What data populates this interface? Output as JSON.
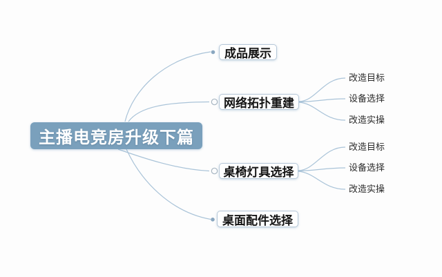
{
  "diagram": {
    "type": "mindmap",
    "root": {
      "label": "主播电竞房升级下篇"
    },
    "branches": [
      {
        "label": "成品展示",
        "has_children": false,
        "children": []
      },
      {
        "label": "网络拓扑重建",
        "has_children": true,
        "children": [
          {
            "label": "改造目标"
          },
          {
            "label": "设备选择"
          },
          {
            "label": "改造实操"
          }
        ]
      },
      {
        "label": "桌椅灯具选择",
        "has_children": true,
        "children": [
          {
            "label": "改造目标"
          },
          {
            "label": "设备选择"
          },
          {
            "label": "改造实操"
          }
        ]
      },
      {
        "label": "桌面配件选择",
        "has_children": false,
        "children": []
      }
    ],
    "colors": {
      "root_background": "#7aa0bc",
      "root_text": "#ffffff",
      "branch_background": "#fefefe",
      "branch_border": "#b7c8d8",
      "branch_text": "#141414",
      "child_text": "#2b2b2b",
      "connector_line": "#a9c3d8",
      "page_background": "#fdfdfd"
    }
  }
}
